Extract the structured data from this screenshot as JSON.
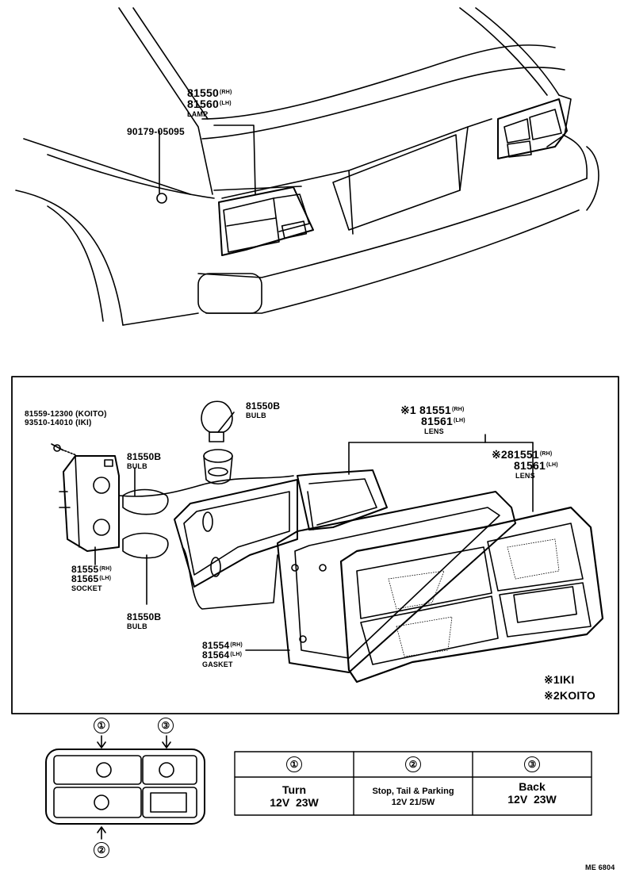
{
  "top_view": {
    "lamp": {
      "part_rh": "81550",
      "side_rh": "(RH)",
      "part_lh": "81560",
      "side_lh": "(LH)",
      "name": "LAMP"
    },
    "nut": {
      "part": "90179-05095"
    }
  },
  "exploded": {
    "screw": {
      "part_koito": "81559-12300 (KOITO)",
      "part_iki": "93510-14010 (IKI)"
    },
    "bulb_top": {
      "part": "81550B",
      "name": "BULB"
    },
    "bulb_mid": {
      "part": "81550B",
      "name": "BULB"
    },
    "bulb_low": {
      "part": "81550B",
      "name": "BULB"
    },
    "socket": {
      "part_rh": "81555",
      "side_rh": "(RH)",
      "part_lh": "81565",
      "side_lh": "(LH)",
      "name": "SOCKET"
    },
    "gasket": {
      "part_rh": "81554",
      "side_rh": "(RH)",
      "part_lh": "81564",
      "side_lh": "(LH)",
      "name": "GASKET"
    },
    "lens1": {
      "mark": "※1",
      "part_rh": "81551",
      "side_rh": "(RH)",
      "part_lh": "81561",
      "side_lh": "(LH)",
      "name": "LENS"
    },
    "lens2": {
      "mark": "※2",
      "part_rh": "81551",
      "side_rh": "(RH)",
      "part_lh": "81561",
      "side_lh": "(LH)",
      "name": "LENS"
    },
    "legend": [
      {
        "mark": "※1",
        "maker": "IKI"
      },
      {
        "mark": "※2",
        "maker": "KOITO"
      }
    ]
  },
  "bulb_table": {
    "cols": [
      {
        "num": "①",
        "function": "Turn",
        "rating": "12V  23W"
      },
      {
        "num": "②",
        "function": "Stop, Tail & Parking",
        "rating": "12V 21/5W"
      },
      {
        "num": "③",
        "function": "Back",
        "rating": "12V  23W"
      }
    ]
  },
  "position_markers": {
    "top_left": "①",
    "top_right": "③",
    "bottom": "②"
  },
  "footer_code": "ME 6804"
}
